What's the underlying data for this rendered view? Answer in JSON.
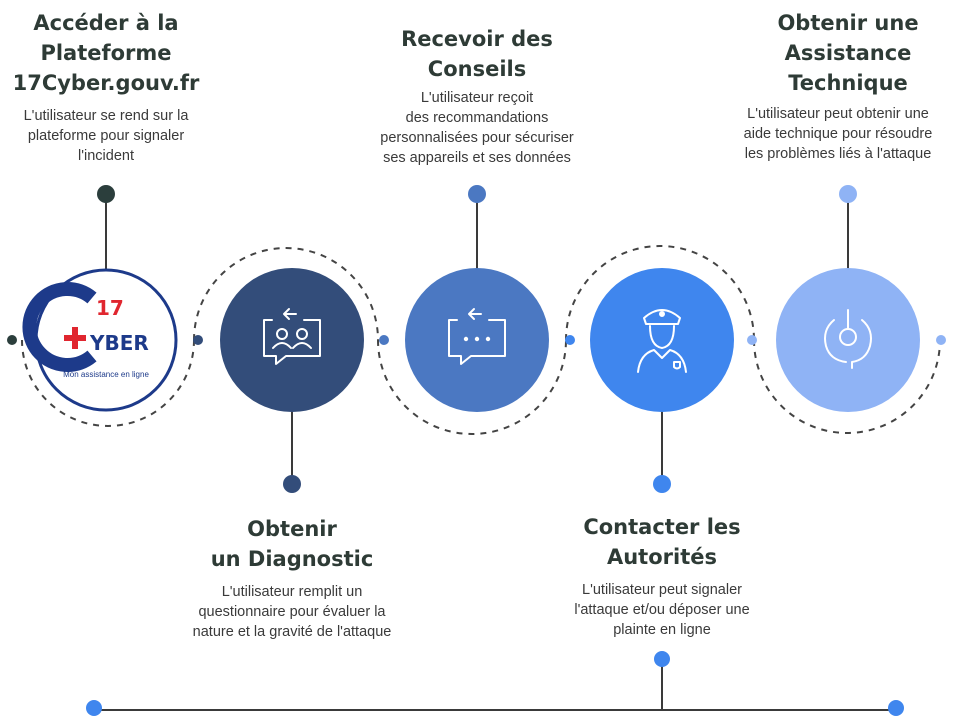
{
  "steps": [
    {
      "title": "Accéder à la\nPlateforme\n17Cyber.gouv.fr",
      "description": "L'utilisateur se rend sur la\nplateforme pour signaler\nl'incident",
      "icon": "logo-17cyber",
      "color": "#2b3e3c"
    },
    {
      "title": "Obtenir\nun Diagnostic",
      "description": "L'utilisateur remplit un\nquestionnaire pour évaluer la\nnature et la gravité de l'attaque",
      "icon": "people-chat-icon",
      "color": "#334d7a"
    },
    {
      "title": "Recevoir des\nConseils",
      "description": "L'utilisateur reçoit\ndes recommandations\npersonnalisées pour sécuriser\nses appareils et ses données",
      "icon": "message-dots-icon",
      "color": "#4b78c2"
    },
    {
      "title": "Contacter les\nAutorités",
      "description": "L'utilisateur peut signaler\nl'attaque et/ou déposer une\nplainte en ligne",
      "icon": "police-officer-icon",
      "color": "#3f86ee"
    },
    {
      "title": "Obtenir une\nAssistance\nTechnique",
      "description": "L'utilisateur peut obtenir une\naide technique pour résoudre\nles problèmes liés à l'attaque",
      "icon": "headset-support-icon",
      "color": "#8fb3f5"
    }
  ],
  "logo": {
    "number": "17",
    "word": "YBER",
    "tagline": "Mon assistance en ligne",
    "blue": "#1d3a8a",
    "red": "#e0262f"
  }
}
